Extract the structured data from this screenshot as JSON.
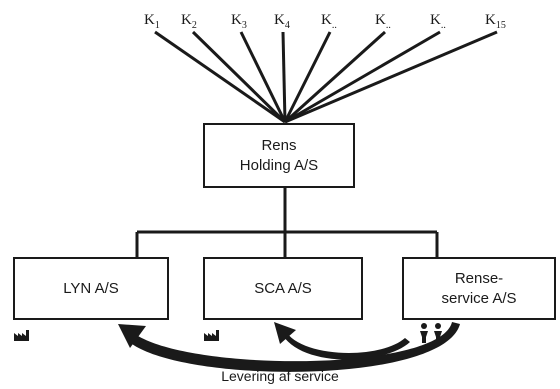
{
  "shareholders": [
    {
      "base": "K",
      "sub": "1"
    },
    {
      "base": "K",
      "sub": "2"
    },
    {
      "base": "K",
      "sub": "3"
    },
    {
      "base": "K",
      "sub": "4"
    },
    {
      "base": "K",
      "sub": ".."
    },
    {
      "base": "K",
      "sub": ".."
    },
    {
      "base": "K",
      "sub": ".."
    },
    {
      "base": "K",
      "sub": "15"
    }
  ],
  "holding": {
    "line1": "Rens",
    "line2": "Holding A/S"
  },
  "subsidiaries": [
    {
      "lines": [
        "LYN A/S"
      ]
    },
    {
      "lines": [
        "SCA A/S"
      ]
    },
    {
      "lines": [
        "Rense-",
        "service A/S"
      ]
    }
  ],
  "caption": "Levering af service",
  "icons": {
    "lyn": "factory-icon",
    "sca": "factory-icon",
    "rense": "people-icon"
  }
}
